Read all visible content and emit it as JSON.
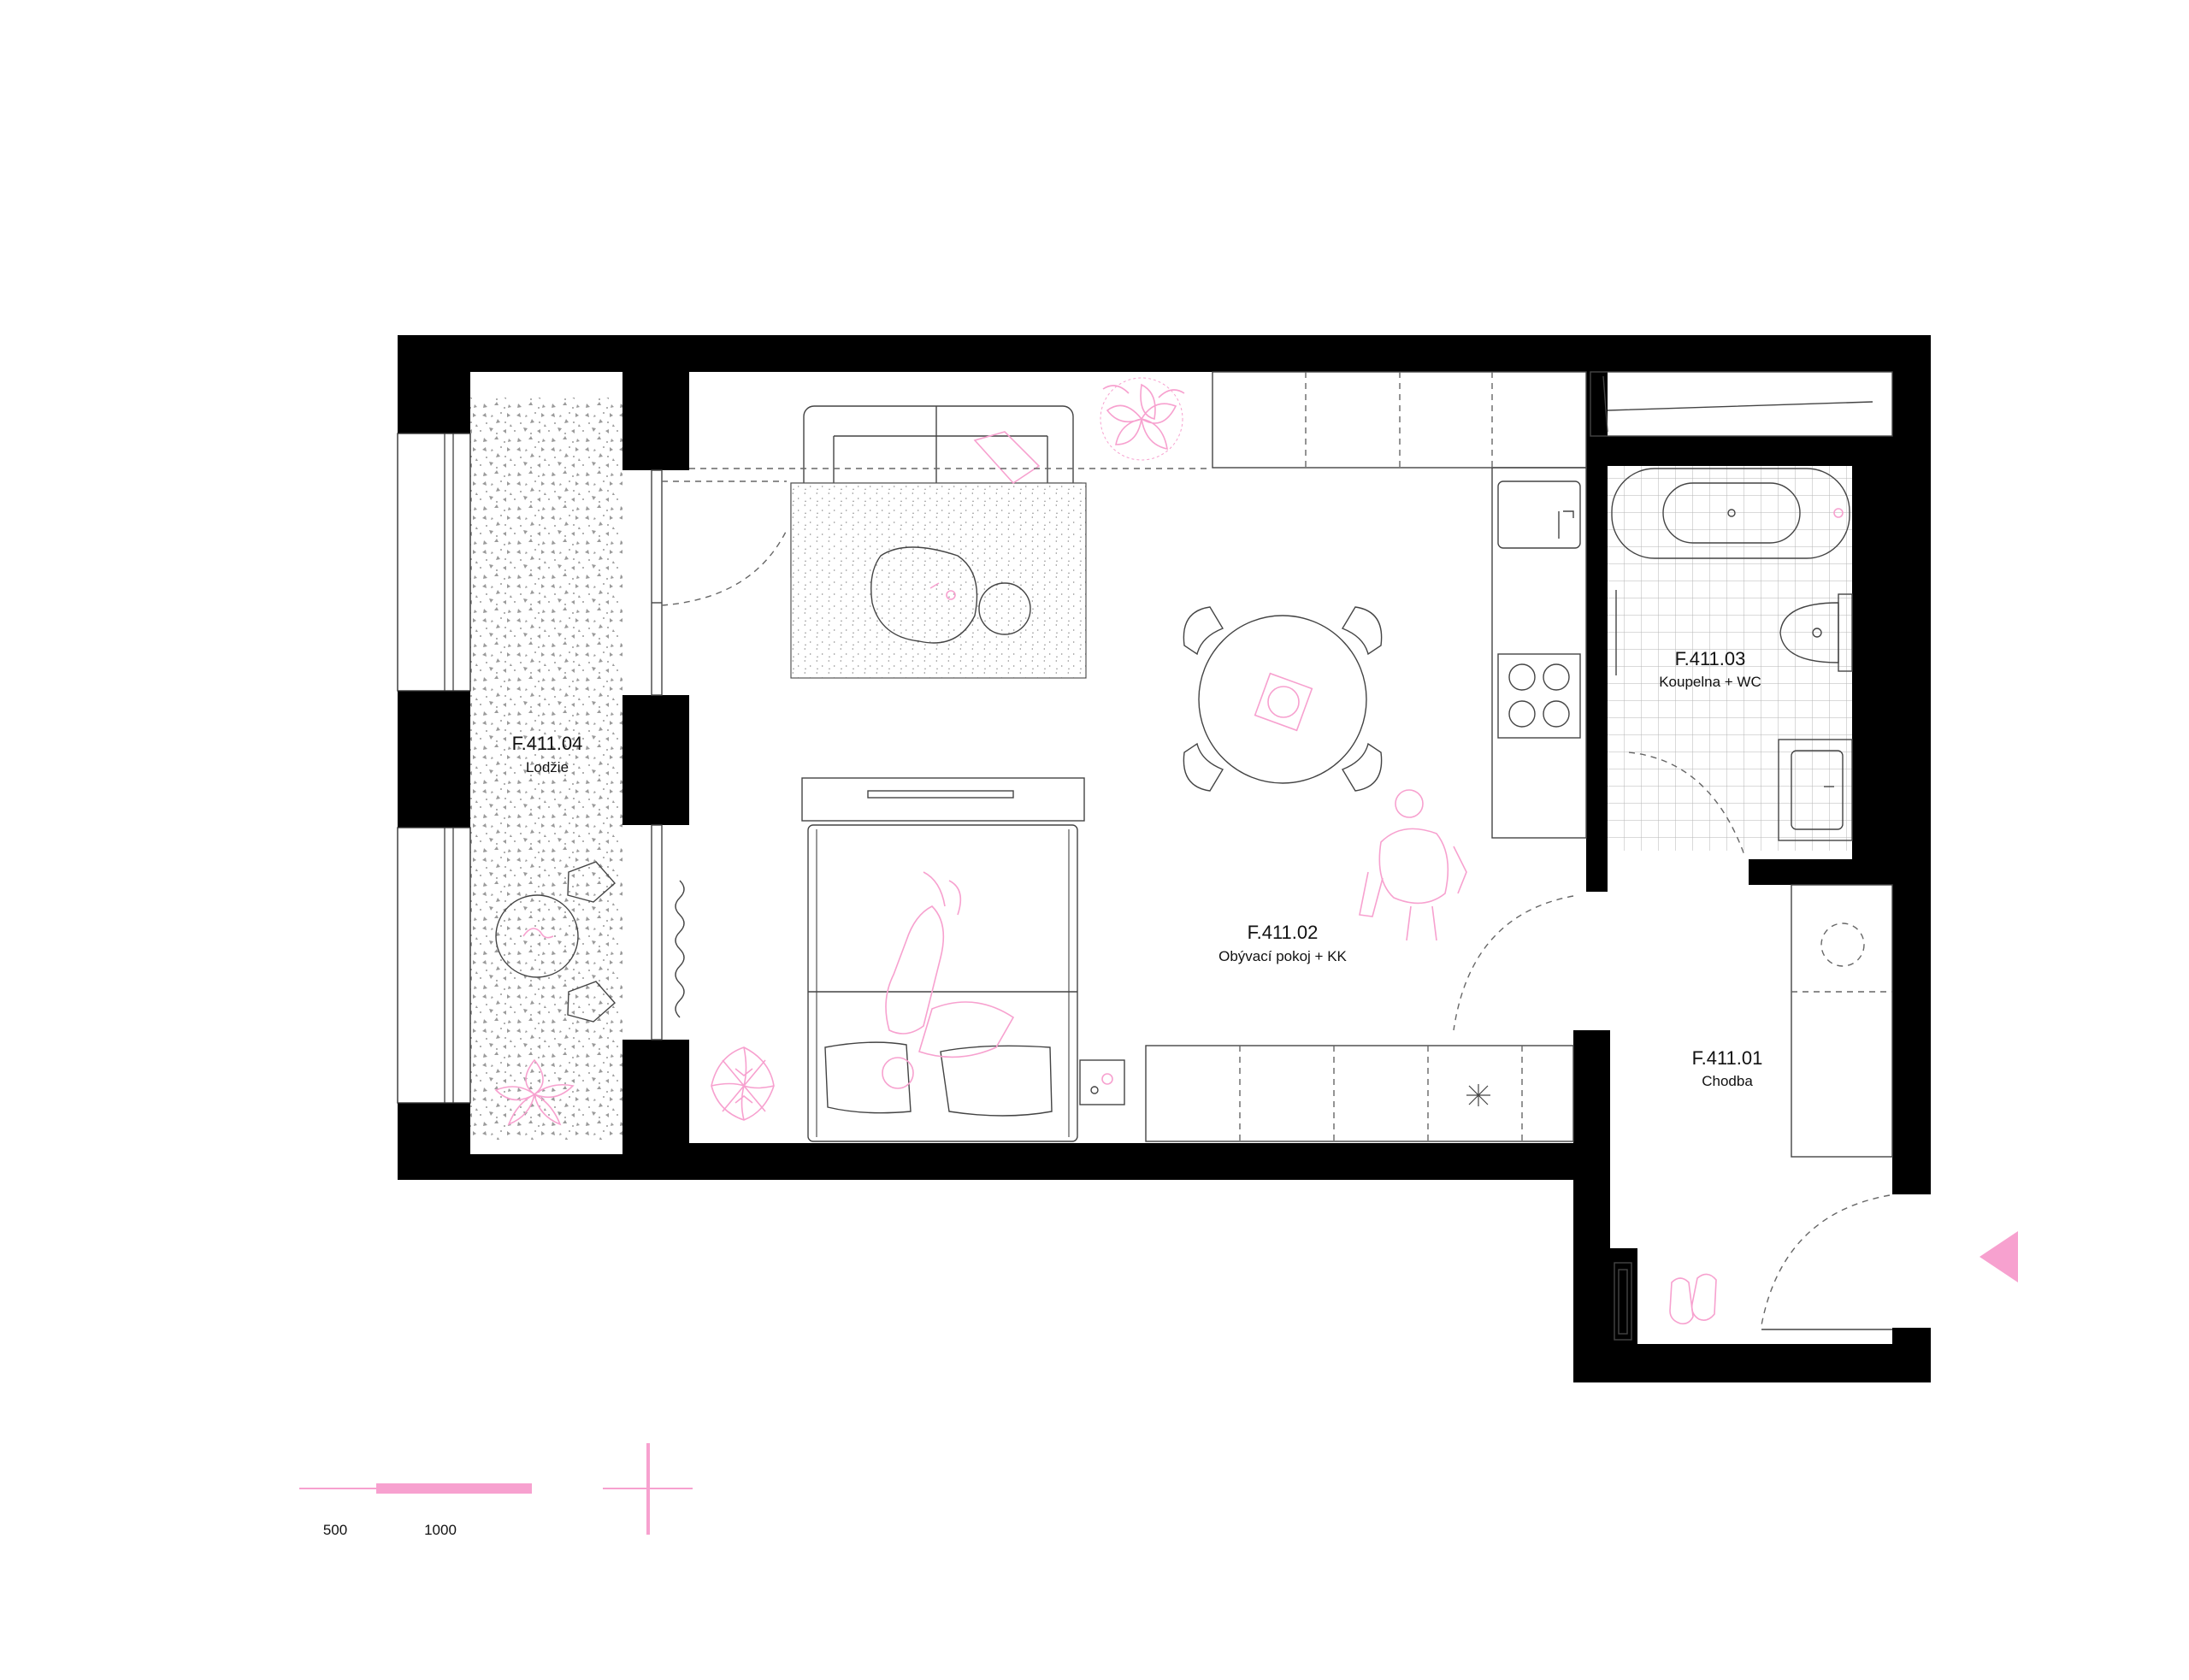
{
  "rooms": [
    {
      "code": "F.411.04",
      "name": "Lodžie"
    },
    {
      "code": "F.411.02",
      "name": "Obývací pokoj + KK"
    },
    {
      "code": "F.411.03",
      "name": "Koupelna + WC"
    },
    {
      "code": "F.411.01",
      "name": "Chodba"
    }
  ],
  "scale": {
    "label_a": "500",
    "label_b": "1000"
  },
  "colors": {
    "wall": "#000000",
    "accent": "#f7a1cf",
    "line": "#444444"
  }
}
